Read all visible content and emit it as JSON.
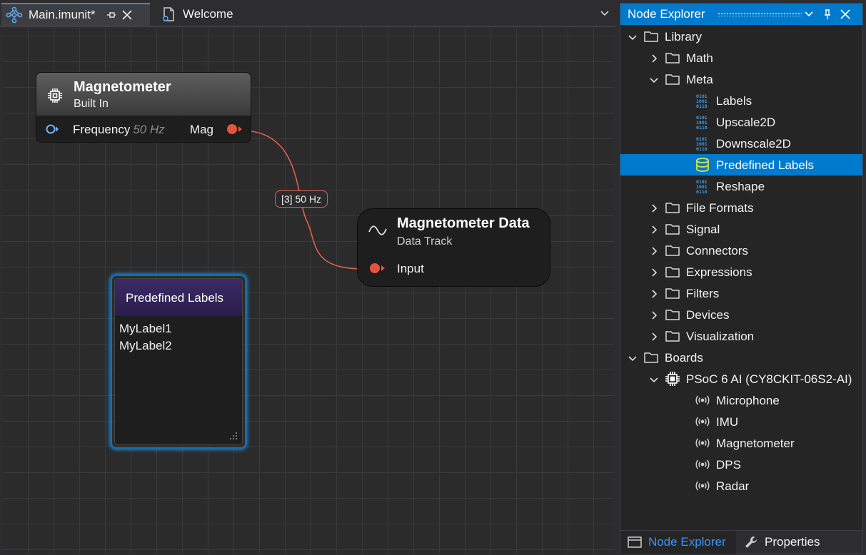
{
  "tabs": [
    {
      "label": "Main.imunit*",
      "active": true
    },
    {
      "label": "Welcome",
      "active": false
    }
  ],
  "canvas": {
    "magnetometer_node": {
      "title": "Magnetometer",
      "subtitle": "Built In",
      "input_label": "Frequency",
      "input_value": "50 Hz",
      "output_label": "Mag"
    },
    "connection_badge": "[3] 50 Hz",
    "data_node": {
      "title": "Magnetometer Data",
      "subtitle": "Data Track",
      "input_label": "Input"
    },
    "labels_node": {
      "title": "Predefined Labels",
      "items": [
        "MyLabel1",
        "MyLabel2"
      ]
    }
  },
  "explorer": {
    "title": "Node Explorer",
    "tree": [
      {
        "label": "Library",
        "icon": "folder-icon",
        "level": 0,
        "expanded": true
      },
      {
        "label": "Math",
        "icon": "folder-icon",
        "level": 1,
        "expanded": false
      },
      {
        "label": "Meta",
        "icon": "folder-icon",
        "level": 1,
        "expanded": true
      },
      {
        "label": "Labels",
        "icon": "binary-icon",
        "level": 2
      },
      {
        "label": "Upscale2D",
        "icon": "binary-icon",
        "level": 2
      },
      {
        "label": "Downscale2D",
        "icon": "binary-icon",
        "level": 2
      },
      {
        "label": "Predefined Labels",
        "icon": "database-icon",
        "level": 2,
        "selected": true
      },
      {
        "label": "Reshape",
        "icon": "binary-icon",
        "level": 2
      },
      {
        "label": "File Formats",
        "icon": "folder-icon",
        "level": 1,
        "expanded": false
      },
      {
        "label": "Signal",
        "icon": "folder-icon",
        "level": 1,
        "expanded": false
      },
      {
        "label": "Connectors",
        "icon": "folder-icon",
        "level": 1,
        "expanded": false
      },
      {
        "label": "Expressions",
        "icon": "folder-icon",
        "level": 1,
        "expanded": false
      },
      {
        "label": "Filters",
        "icon": "folder-icon",
        "level": 1,
        "expanded": false
      },
      {
        "label": "Devices",
        "icon": "folder-icon",
        "level": 1,
        "expanded": false
      },
      {
        "label": "Visualization",
        "icon": "folder-icon",
        "level": 1,
        "expanded": false
      },
      {
        "label": "Boards",
        "icon": "folder-icon",
        "level": 0,
        "expanded": true
      },
      {
        "label": "PSoC 6 AI (CY8CKIT-06S2-AI)",
        "icon": "chip-icon",
        "level": 1,
        "expanded": true
      },
      {
        "label": "Microphone",
        "icon": "sensor-icon",
        "level": 2
      },
      {
        "label": "IMU",
        "icon": "sensor-icon",
        "level": 2
      },
      {
        "label": "Magnetometer",
        "icon": "sensor-icon",
        "level": 2
      },
      {
        "label": "DPS",
        "icon": "sensor-icon",
        "level": 2
      },
      {
        "label": "Radar",
        "icon": "sensor-icon",
        "level": 2
      }
    ],
    "bottom_tabs": [
      {
        "label": "Node Explorer",
        "active": true
      },
      {
        "label": "Properties",
        "active": false
      }
    ]
  },
  "colors": {
    "accent": "#007acc",
    "wire": "#e0604a",
    "labels_header": "#3b2a66"
  }
}
